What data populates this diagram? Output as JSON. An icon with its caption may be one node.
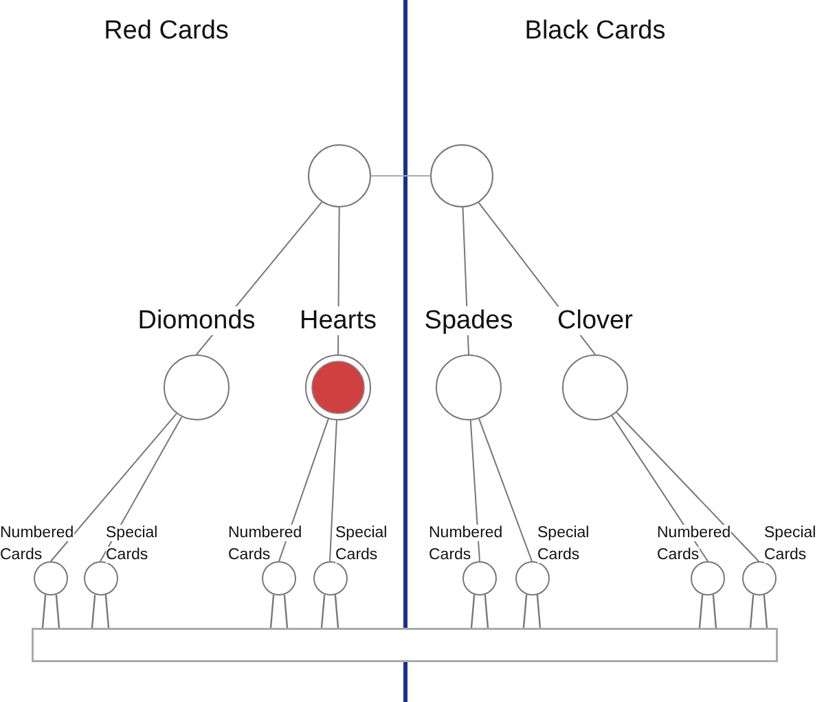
{
  "diagram": {
    "nodes": [
      {
        "text": [],
        "shape": "circle"
      },
      {
        "text": [],
        "shape": "circle"
      },
      {
        "text": [
          "Diomonds"
        ]
      },
      {
        "text": [
          "Hearts"
        ]
      },
      {
        "text": [
          "Spades"
        ]
      },
      {
        "text": [
          "Clover"
        ]
      },
      {
        "text": [
          "Numbered Cards"
        ]
      },
      {
        "text": [
          "Special Cards"
        ]
      },
      {
        "text": [
          "Numbered Cards"
        ]
      },
      {
        "text": [
          "Special Cards"
        ]
      },
      {
        "text": [
          "Numbered Cards"
        ]
      },
      {
        "text": [
          "Special Cards"
        ]
      },
      {
        "text": [
          "Numbered Cards"
        ]
      },
      {
        "text": [
          "Special Cards"
        ]
      },
      {
        "text": [],
        "shape": "bar"
      }
    ],
    "edges": [
      {
        "from": 0,
        "to": 1,
        "arrow": "none"
      },
      {
        "from": 0,
        "to": 2,
        "arrow": "none"
      },
      {
        "from": 0,
        "to": 3,
        "arrow": "none"
      },
      {
        "from": 1,
        "to": 4,
        "arrow": "none"
      },
      {
        "from": 1,
        "to": 5,
        "arrow": "none"
      },
      {
        "from": 2,
        "to": 6,
        "arrow": "none"
      },
      {
        "from": 2,
        "to": 7,
        "arrow": "none"
      },
      {
        "from": 3,
        "to": 8,
        "arrow": "none"
      },
      {
        "from": 3,
        "to": 9,
        "arrow": "none"
      },
      {
        "from": 4,
        "to": 10,
        "arrow": "none"
      },
      {
        "from": 4,
        "to": 11,
        "arrow": "none"
      },
      {
        "from": 5,
        "to": 12,
        "arrow": "none"
      },
      {
        "from": 5,
        "to": 13,
        "arrow": "none"
      },
      {
        "from": 6,
        "to": 14,
        "arrow": "none"
      },
      {
        "from": 6,
        "to": 14,
        "arrow": "none"
      },
      {
        "from": 7,
        "to": 14,
        "arrow": "none"
      },
      {
        "from": 7,
        "to": 14,
        "arrow": "none"
      },
      {
        "from": 8,
        "to": 14,
        "arrow": "none"
      },
      {
        "from": 8,
        "to": 14,
        "arrow": "none"
      },
      {
        "from": 9,
        "to": 14,
        "arrow": "none"
      },
      {
        "from": 9,
        "to": 14,
        "arrow": "none"
      },
      {
        "from": 10,
        "to": 14,
        "arrow": "none"
      },
      {
        "from": 10,
        "to": 14,
        "arrow": "none"
      },
      {
        "from": 11,
        "to": 14,
        "arrow": "none"
      },
      {
        "from": 11,
        "to": 14,
        "arrow": "none"
      },
      {
        "from": 12,
        "to": 14,
        "arrow": "none"
      },
      {
        "from": 12,
        "to": 14,
        "arrow": "none"
      },
      {
        "from": 13,
        "to": 14,
        "arrow": "none"
      },
      {
        "from": 13,
        "to": 14,
        "arrow": "none"
      }
    ],
    "labels": [
      "Red Cards",
      "Black Cards"
    ]
  }
}
